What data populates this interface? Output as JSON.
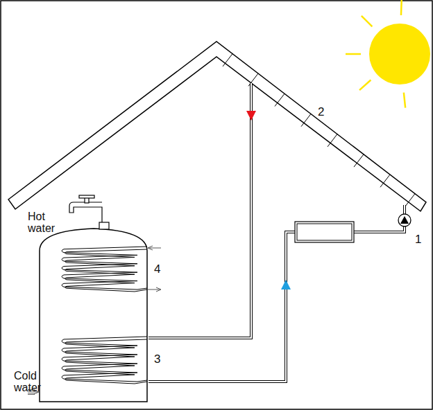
{
  "diagram": {
    "labels": [
      "Hot water",
      "Cold water",
      "1",
      "2",
      "3",
      "4"
    ]
  }
}
